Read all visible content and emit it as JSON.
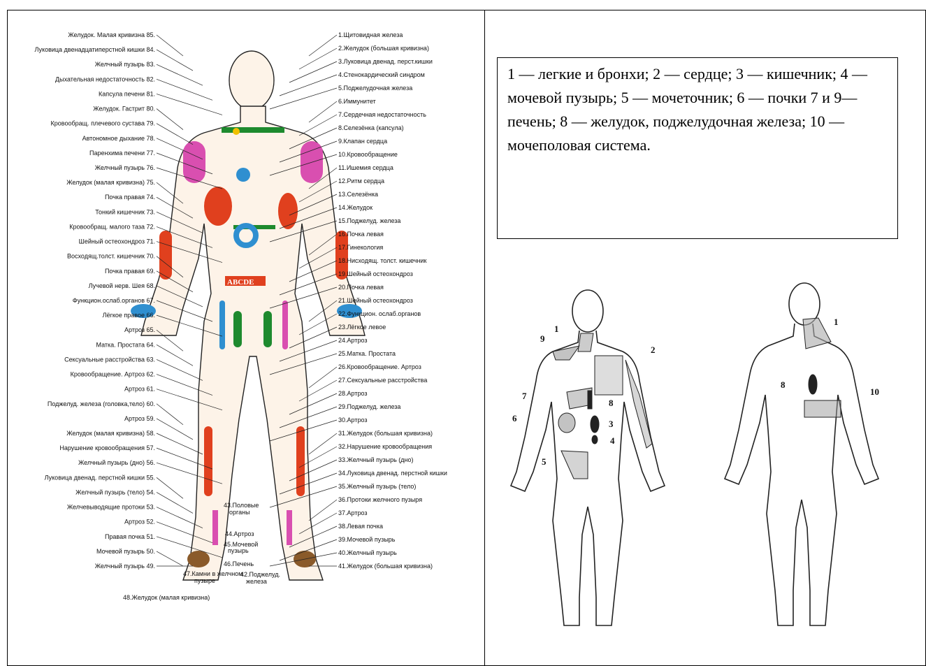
{
  "legend": {
    "text": " 1 — легкие и бронхи; 2 — сердце; 3 — кишечник; 4 — мочевой пузырь; 5 — мочеточник; 6 — почки 7 и 9— печень; 8 — желудок, поджелудочная железа; 10 — мочеполовая система."
  },
  "left_labels": [
    "Желудок. Малая кривизна 85.",
    "Луковица двенадцатиперстной кишки 84.",
    "Желчный пузырь 83.",
    "Дыхательная недостаточность 82.",
    "Капсула печени 81.",
    "Желудок. Гастрит 80.",
    "Кровообращ. плечевого сустава 79.",
    "Автономное дыхание 78.",
    "Паренхима печени 77.",
    "Желчный пузырь 76.",
    "Желудок (малая кривизна) 75.",
    "Почка правая 74.",
    "Тонкий кишечник 73.",
    "Кровообращ. малого таза 72.",
    "Шейный остеохондроз 71.",
    "Восходящ.толст. кишечник 70.",
    "Почка правая 69.",
    "Лучевой нерв. Шея 68.",
    "Функцион.ослаб.органов 67.",
    "Лёгкое правое 66.",
    "Артроз 65.",
    "Матка. Простата 64.",
    "Сексуальные расстройства 63.",
    "Кровообращение. Артроз 62.",
    "Артроз 61.",
    "Поджелуд. железа (головка,тело) 60.",
    "Артроз 59.",
    "Желудок (малая кривизна) 58.",
    "Нарушение кровообращения 57.",
    "Желчный пузырь (дно) 56.",
    "Луковица двенад. перстной кишки 55.",
    "Желчный пузырь (тело) 54.",
    "Желчевыводящие протоки 53.",
    "Артроз 52.",
    "Правая почка 51.",
    "Мочевой пузырь 50.",
    "Желчный пузырь 49."
  ],
  "right_labels": [
    "1.Щитовидная железа",
    "2.Желудок (большая кривизна)",
    "3.Луковица двенад. перст.кишки",
    "4.Стенокардический синдром",
    "5.Поджелудочная железа",
    "6.Иммунитет",
    "7.Сердечная недостаточность",
    "8.Селезёнка (капсула)",
    "9.Клапан сердца",
    "10.Кровообращение",
    "11.Ишемия сердца",
    "12.Ритм сердца",
    "13.Селезёнка",
    "14.Желудок",
    "15.Поджелуд. железа",
    "16.Почка левая",
    "17.Гинекология",
    "18.Нисходящ. толст. кишечник",
    "19.Шейный остеохондроз",
    "20.Почка левая",
    "21.Шейный остеохондроз",
    "22.Функцион. ослаб.органов",
    "23.Лёгкое левое",
    "24.Артроз",
    "25.Матка. Простата",
    "26.Кровообращение. Артроз",
    "27.Сексуальные расстройства",
    "28.Артроз",
    "29.Поджелуд. железа",
    "30.Артроз",
    "31.Желудок (большая кривизна)",
    "32.Нарушение кровообращения",
    "33.Желчный пузырь (дно)",
    "34.Луковица двенад. перстной кишки",
    "35.Желчный пузырь (тело)",
    "36.Протоки желчного пузыря",
    "37.Артроз",
    "38.Левая почка",
    "39.Мочевой пузырь",
    "40.Желчный пузырь",
    "41.Желудок (большая кривизна)"
  ],
  "bottom_labels": {
    "l43a": "43.Половые",
    "l43b": "органы",
    "l44": "44.Артроз",
    "l45a": "45.Мочевой",
    "l45b": "пузырь",
    "l46": "46.Печень",
    "l47a": "47.Камни в желчном",
    "l47b": "пузыре",
    "l42a": "42.Поджелуд.",
    "l42b": "железа",
    "l48": "48.Желудок (малая кривизна)"
  },
  "abdomen_letters": "ABCDE",
  "front_numbers": [
    "1",
    "9",
    "2",
    "7",
    "8",
    "6",
    "3",
    "4",
    "5"
  ],
  "back_numbers": [
    "1",
    "8",
    "10"
  ],
  "colors": {
    "pink": "#d94fb0",
    "blue": "#2f8fd0",
    "red": "#e0401e",
    "orange": "#c8661e",
    "green": "#1e8a2e",
    "brown": "#8a5a2a",
    "yellow": "#f0c000",
    "skin": "#fdf3e8"
  }
}
